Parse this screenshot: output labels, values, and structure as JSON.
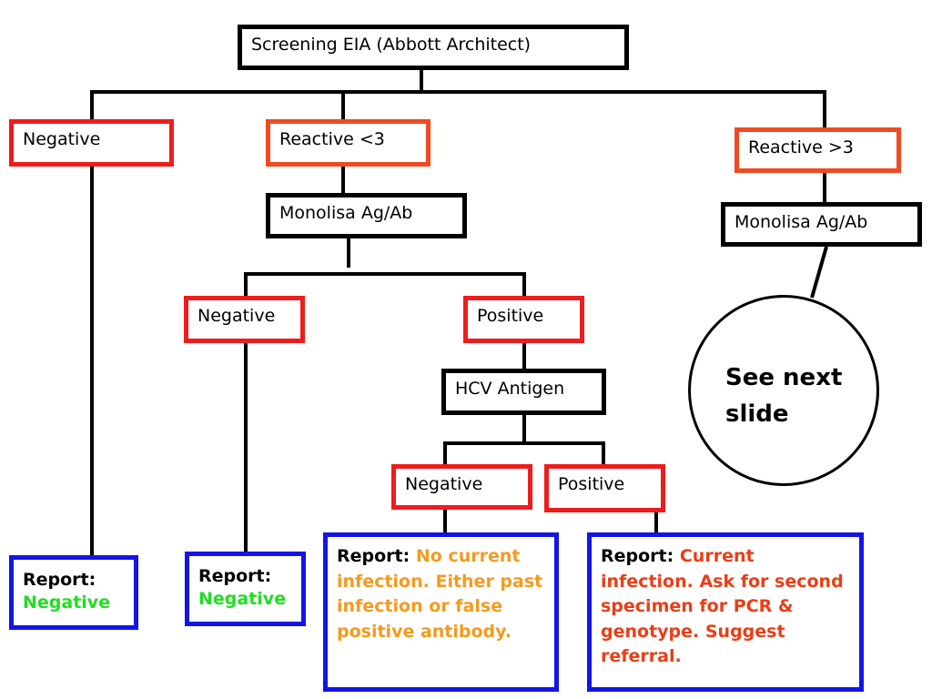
{
  "screening": "Screening EIA (Abbott Architect)",
  "left_branch": {
    "result": "Negative",
    "report_label": "Report:",
    "report_value": "Negative"
  },
  "middle_branch": {
    "result": "Reactive <3",
    "test": "Monolisa Ag/Ab",
    "negative": {
      "result": "Negative",
      "report_label": "Report:",
      "report_value": "Negative"
    },
    "positive": {
      "result": "Positive",
      "test": "HCV Antigen",
      "antigen_negative": {
        "result": "Negative",
        "report_label": "Report:",
        "report_value": "No current infection. Either past infection or false positive antibody."
      },
      "antigen_positive": {
        "result": "Positive",
        "report_label": "Report:",
        "report_value": "Current infection. Ask for second specimen for PCR & genotype. Suggest referral."
      }
    }
  },
  "right_branch": {
    "result": "Reactive >3",
    "test": "Monolisa Ag/Ab",
    "next": "See next slide"
  },
  "colors": {
    "process_border": "#000000",
    "result_border": "#ee1c1c",
    "reactive_border": "#f04a22",
    "report_border": "#1414e6",
    "negative_text": "#22dd22",
    "no_infection_text": "#f59a1e",
    "infection_text": "#ec3d15"
  }
}
